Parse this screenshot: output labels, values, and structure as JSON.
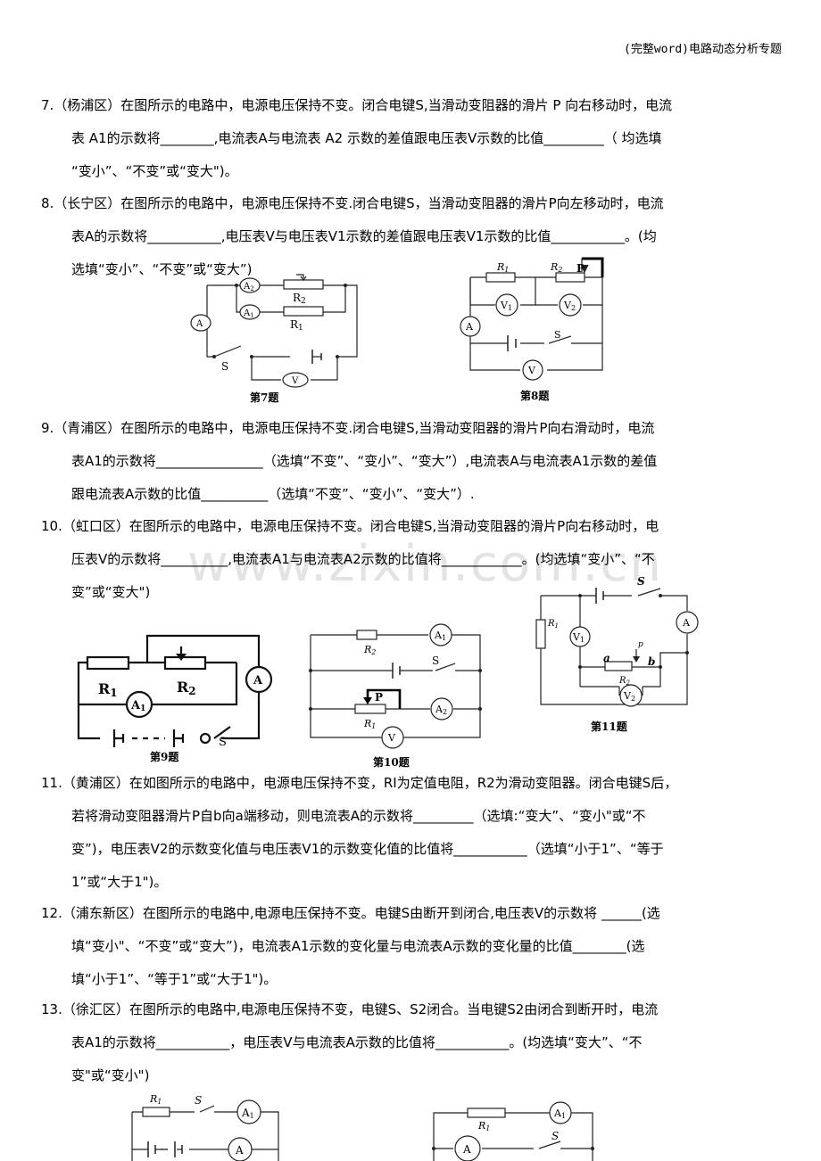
{
  "header": "(完整word)电路动态分析专题",
  "watermark": "www.zixin.com.cn",
  "questions": [
    {
      "id": "q7",
      "lines": [
        "7.（杨浦区）在图所示的电路中，电源电压保持不变。闭合电键S,当滑动变阻器的滑片 P 向右移动时，电流",
        "表 A1的示数将________,电流表A与电流表 A2 示数的差值跟电压表V示数的比值_________（ 均选填",
        "“变小”、“不变”或“变大\")。"
      ]
    },
    {
      "id": "q8",
      "lines": [
        "8.（长宁区）在图所示的电路中，电源电压保持不变.闭合电键S，当滑动变阻器的滑片P向左移动时，电流",
        "表A的示数将___________,电压表V与电压表V1示数的差值跟电压表V1示数的比值___________。(均",
        "选填“变小”、“不变”或“变大”)"
      ]
    },
    {
      "id": "q9",
      "lines": [
        "9.（青浦区）在图所示的电路中，电源电压保持不变.闭合电键S,当滑动变阻器的滑片P向右滑动时，电流",
        "表A1的示数将________________（选填“不变”、“变小”、“变大”）,电流表A与电流表A1示数的差值",
        "跟电流表A示数的比值__________（选填“不变”、“变小”、“变大”）."
      ]
    },
    {
      "id": "q10",
      "lines": [
        "10.（虹口区）在图所示的电路中，电源电压保持不变。闭合电键S,当滑动变阻器的滑片P向右移动时，电",
        "压表V的示数将__________,电流表A1与电流表A2示数的比值将____________。(均选填“变小”、“不",
        "变”或“变大\")"
      ]
    },
    {
      "id": "q11",
      "lines": [
        "11.（黄浦区）在如图所示的电路中，电源电压保持不变，RI为定值电阻，R2为滑动变阻器。闭合电键S后，",
        "若将滑动变阻器滑片P自b向a端移动，则电流表A的示数将_________（选填:“变大”、“变小\"或“不",
        "变”)，电压表V2的示数变化值与电压表V1的示数变化值的比值将___________（选填“小于1”、“等于",
        "1”或“大于1\")。"
      ]
    },
    {
      "id": "q12",
      "lines": [
        "12.（浦东新区）在图所示的电路中,电源电压保持不变。电键S由断开到闭合,电压表V的示数将 ______(选",
        "填“变小\"、“不变”或“变大”)，电流表A1示数的变化量与电流表A示数的变化量的比值________(选",
        "填“小于1”、“等于1”或“大于1\")。"
      ]
    },
    {
      "id": "q13",
      "lines": [
        "13.（徐汇区）在图所示的电路中,电源电压保持不变，电键S、S2闭合。当电键S2由闭合到断开时，电流",
        "表A1的示数将___________，电压表V与电流表A示数的比值将___________。(均选填“变大”、“不",
        "变\"或“变小\")"
      ]
    }
  ],
  "captions": {
    "fig7": "第7题",
    "fig8": "第8题",
    "fig9": "第9题",
    "fig10": "第10题",
    "fig11": "第11题"
  },
  "labels": {
    "fig7": {
      "a2": "A",
      "a2sub": "2",
      "a1": "A",
      "a1sub": "1",
      "a": "A",
      "r2": "R",
      "r2sub": "2",
      "r1": "R",
      "r1sub": "1",
      "s": "S",
      "v": "V"
    },
    "fig8": {
      "r1": "R",
      "r1sub": "1",
      "r2": "R",
      "r2sub": "2",
      "p": "P",
      "v1": "V",
      "v1sub": "1",
      "v2": "V",
      "v2sub": "2",
      "a": "A",
      "s": "S",
      "v": "V"
    },
    "fig9": {
      "r1": "R",
      "r1sub": "1",
      "r2": "R",
      "r2sub": "2",
      "a1": "A",
      "a1sub": "1",
      "a": "A",
      "s": "S"
    },
    "fig10": {
      "r2": "R",
      "r2sub": "2",
      "a1": "A",
      "a1sub": "1",
      "s": "S",
      "p": "P",
      "r1": "R",
      "r1sub": "1",
      "a2": "A",
      "a2sub": "2",
      "v": "V"
    },
    "fig11": {
      "s": "S",
      "r1": "R",
      "r1sub": "1",
      "v1": "V",
      "v1sub": "1",
      "a": "A",
      "p": "p",
      "ta": "a",
      "tb": "b",
      "r2": "R",
      "r2sub": "2",
      "v2": "V",
      "v2sub": "2"
    },
    "fig12": {
      "r1": "R",
      "r1sub": "1",
      "s": "S",
      "a1": "A",
      "a1sub": "1",
      "a": "A"
    },
    "fig13": {
      "r1": "R",
      "r1sub": "1",
      "a1": "A",
      "a1sub": "1",
      "a": "A",
      "s": "S"
    }
  }
}
